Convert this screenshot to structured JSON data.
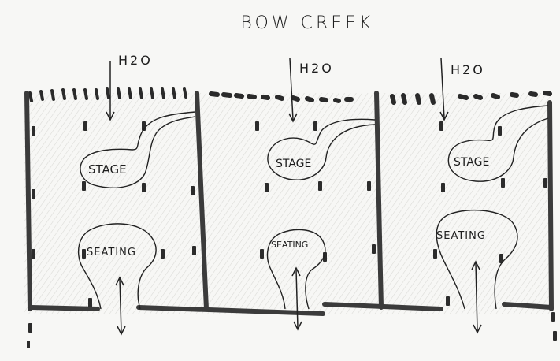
{
  "title": "BOW CREEK",
  "panels": [
    {
      "water_label": "H2O",
      "stage_label": "STAGE",
      "seating_label": "SEATING"
    },
    {
      "water_label": "H2O",
      "stage_label": "STAGE",
      "seating_label": "SEATING"
    },
    {
      "water_label": "H2O",
      "stage_label": "STAGE",
      "seating_label": "SEATING"
    }
  ]
}
